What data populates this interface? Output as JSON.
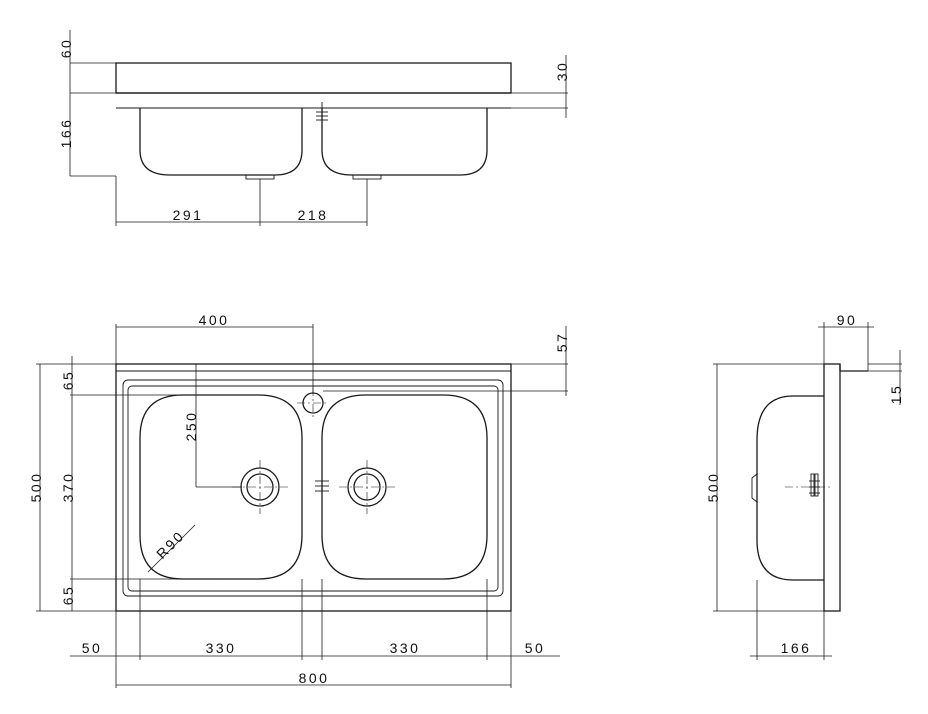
{
  "top_view": {
    "dims": {
      "rim_height": "60",
      "lip_thickness": "30",
      "bowl_depth": "166",
      "drain_left_offset": "291",
      "drain_spacing": "218"
    }
  },
  "front_view": {
    "dims": {
      "tap_hole_offset": "400",
      "back_margin": "57",
      "overall_depth": "500",
      "top_margin": "65",
      "bowl_length": "370",
      "bottom_margin": "65",
      "drain_from_edge": "250",
      "corner_radius": "R90",
      "left_margin": "50",
      "left_bowl_width": "330",
      "right_bowl_width": "330",
      "right_margin": "50",
      "overall_width": "800"
    }
  },
  "side_view": {
    "dims": {
      "backsplash_width": "90",
      "backsplash_lip": "15",
      "overall_depth": "500",
      "bowl_depth": "166"
    }
  }
}
